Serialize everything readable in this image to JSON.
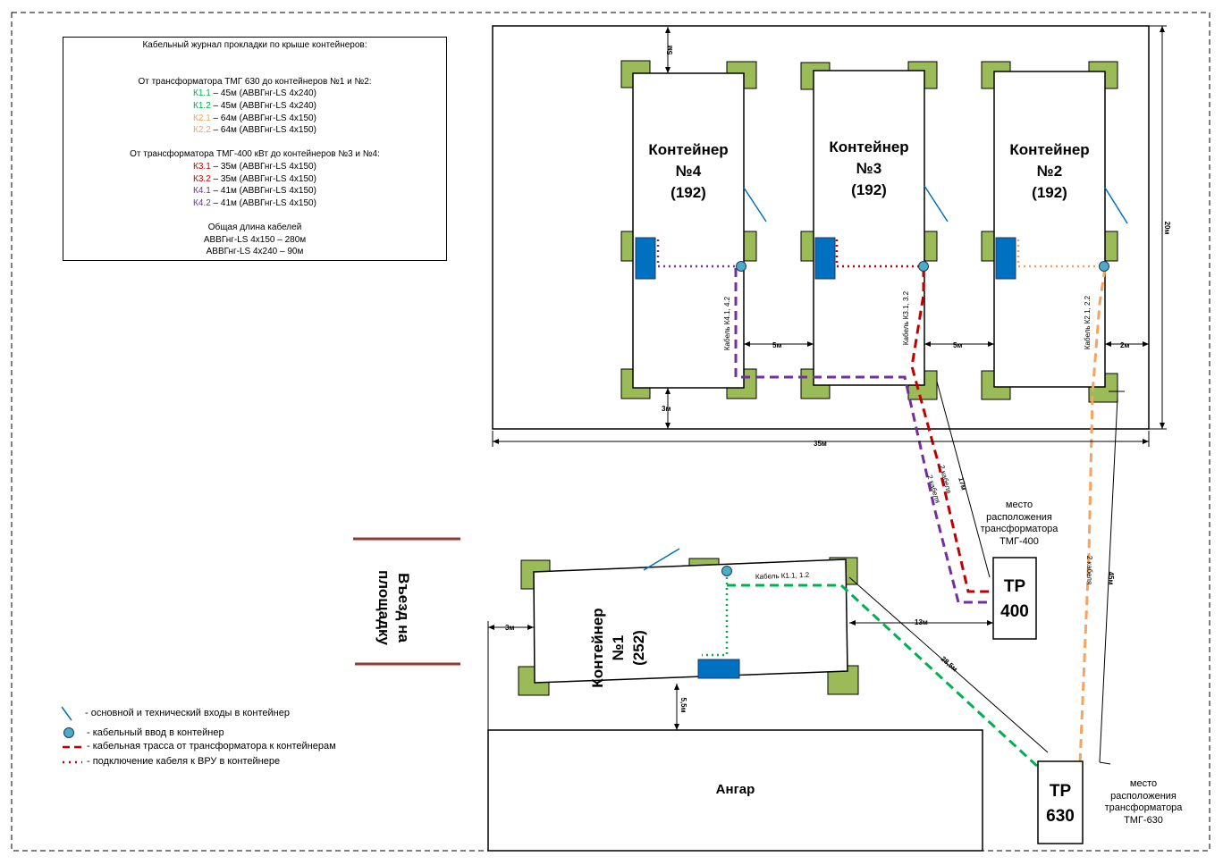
{
  "journal": {
    "title": "Кабельный журнал прокладки по крыше контейнеров:",
    "group1_title": "От трансформатора ТМГ 630 до контейнеров №1 и №2:",
    "group1_rows": [
      {
        "code": "К1.1",
        "text": " – 45м (АВВГнг-LS 4х240)",
        "color": "#00b050"
      },
      {
        "code": "К1.2",
        "text": " – 45м (АВВГнг-LS 4х240)",
        "color": "#00b050"
      },
      {
        "code": "К2.1",
        "text": " – 64м (АВВГнг-LS 4х150)",
        "color": "#f4a460"
      },
      {
        "code": "К2.2",
        "text": " – 64м (АВВГнг-LS 4х150)",
        "color": "#f4a460"
      }
    ],
    "group2_title": "От трансформатора ТМГ-400 кВт до контейнеров №3 и №4:",
    "group2_rows": [
      {
        "code": "К3.1",
        "text": " – 35м (АВВГнг-LS 4х150)",
        "color": "#c00000"
      },
      {
        "code": "К3.2",
        "text": " – 35м (АВВГнг-LS 4х150)",
        "color": "#c00000"
      },
      {
        "code": "К4.1",
        "text": " – 41м (АВВГнг-LS 4х150)",
        "color": "#7030a0"
      },
      {
        "code": "К4.2",
        "text": " – 41м (АВВГнг-LS 4х150)",
        "color": "#7030a0"
      }
    ],
    "total_title": "Общая длина кабелей",
    "total_rows": [
      "АВВГнг-LS 4х150 – 280м",
      "АВВГнг-LS 4х240 – 90м"
    ]
  },
  "containers": {
    "c4": {
      "line1": "Контейнер",
      "line2": "№4",
      "line3": "(192)"
    },
    "c3": {
      "line1": "Контейнер",
      "line2": "№3",
      "line3": "(192)"
    },
    "c2": {
      "line1": "Контейнер",
      "line2": "№2",
      "line3": "(192)"
    },
    "c1": {
      "line1": "Контейнер",
      "line2": "№1",
      "line3": "(252)"
    }
  },
  "hangar": "Ангар",
  "entry": {
    "line1": "Въезд на",
    "line2": "площадку"
  },
  "transformers": {
    "tp400": {
      "line1": "ТР",
      "line2": "400",
      "note": [
        "место",
        "расположения",
        "трансформатора",
        "ТМГ-400"
      ]
    },
    "tp630": {
      "line1": "ТР",
      "line2": "630",
      "note": [
        "место",
        "расположения",
        "трансформатора",
        "ТМГ-630"
      ]
    }
  },
  "cable_labels": {
    "k41_42": "Кабель К4.1, 4.2",
    "k31_32": "Кабель К3.1, 3.2",
    "k21_22": "Кабель К2.1, 2.2",
    "k11_12": "Кабель К1.1, 1.2",
    "two_cables": "2 кабеля"
  },
  "dimensions": {
    "top_gap": "5м",
    "bottom_gap": "3м",
    "gap_43": "5м",
    "gap_32": "5м",
    "gap_right": "2м",
    "height": "20м",
    "width": "35м",
    "d17": "17м",
    "d45": "45м",
    "d13": "13м",
    "d285": "28,5м",
    "left_c1": "3м",
    "below_c1": "5,5м"
  },
  "legend": [
    "- основной и технический входы в контейнер",
    "- кабельный ввод в контейнер",
    "- кабельная трасса от трансформатора к контейнерам",
    "- подключение кабеля к ВРУ в контейнере"
  ],
  "colors": {
    "pad": "#9bbb59",
    "vru": "#0070c0",
    "entry_circle": "#4bacc6",
    "entry_line": "#0070c0",
    "green": "#00b050",
    "orange": "#f4a460",
    "red": "#c00000",
    "purple": "#7030a0",
    "road": "#953735"
  }
}
